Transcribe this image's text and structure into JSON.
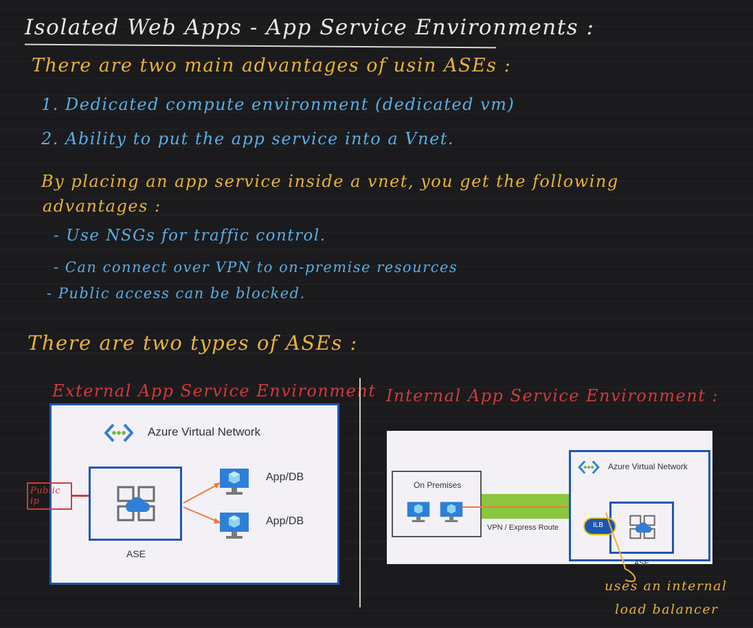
{
  "title": "Isolated Web Apps - App Service Environments :",
  "intro": "There are two main advantages of usin ASEs :",
  "advantages": [
    "1. Dedicated compute environment (dedicated vm)",
    "2. Ability to put the app service into a Vnet."
  ],
  "vnet_intro_line1": "By placing an app service inside a vnet, you get the following",
  "vnet_intro_line2": "advantages :",
  "vnet_advantages": [
    "- Use NSGs for traffic control.",
    "- Can connect over VPN to on-premise resources",
    "- Public access can be blocked."
  ],
  "types_heading": "There are two types of ASEs :",
  "external": {
    "heading": "External App Service Environment",
    "network_label": "Azure Virtual Network",
    "ase_label": "ASE",
    "app1_label": "App/DB",
    "app2_label": "App/DB",
    "public_ip": "Public ip"
  },
  "internal": {
    "heading": "Internal App Service Environment :",
    "network_label": "Azure Virtual Network",
    "on_prem_label": "On Premises",
    "vpn_label": "VPN / Express Route",
    "ilb_label": "ILB",
    "ase_label": "ASE",
    "note_line1": "uses an internal",
    "note_line2": "load balancer"
  },
  "colors": {
    "background": "#1b1b1d",
    "handwriting_white": "#e9e9ea",
    "handwriting_yellow": "#e8b23a",
    "handwriting_blue": "#58aee6",
    "handwriting_red": "#d33a3a",
    "azure_blue": "#1e56b0",
    "vpn_green": "#8cc63f",
    "arrow_orange": "#f07a3a"
  }
}
